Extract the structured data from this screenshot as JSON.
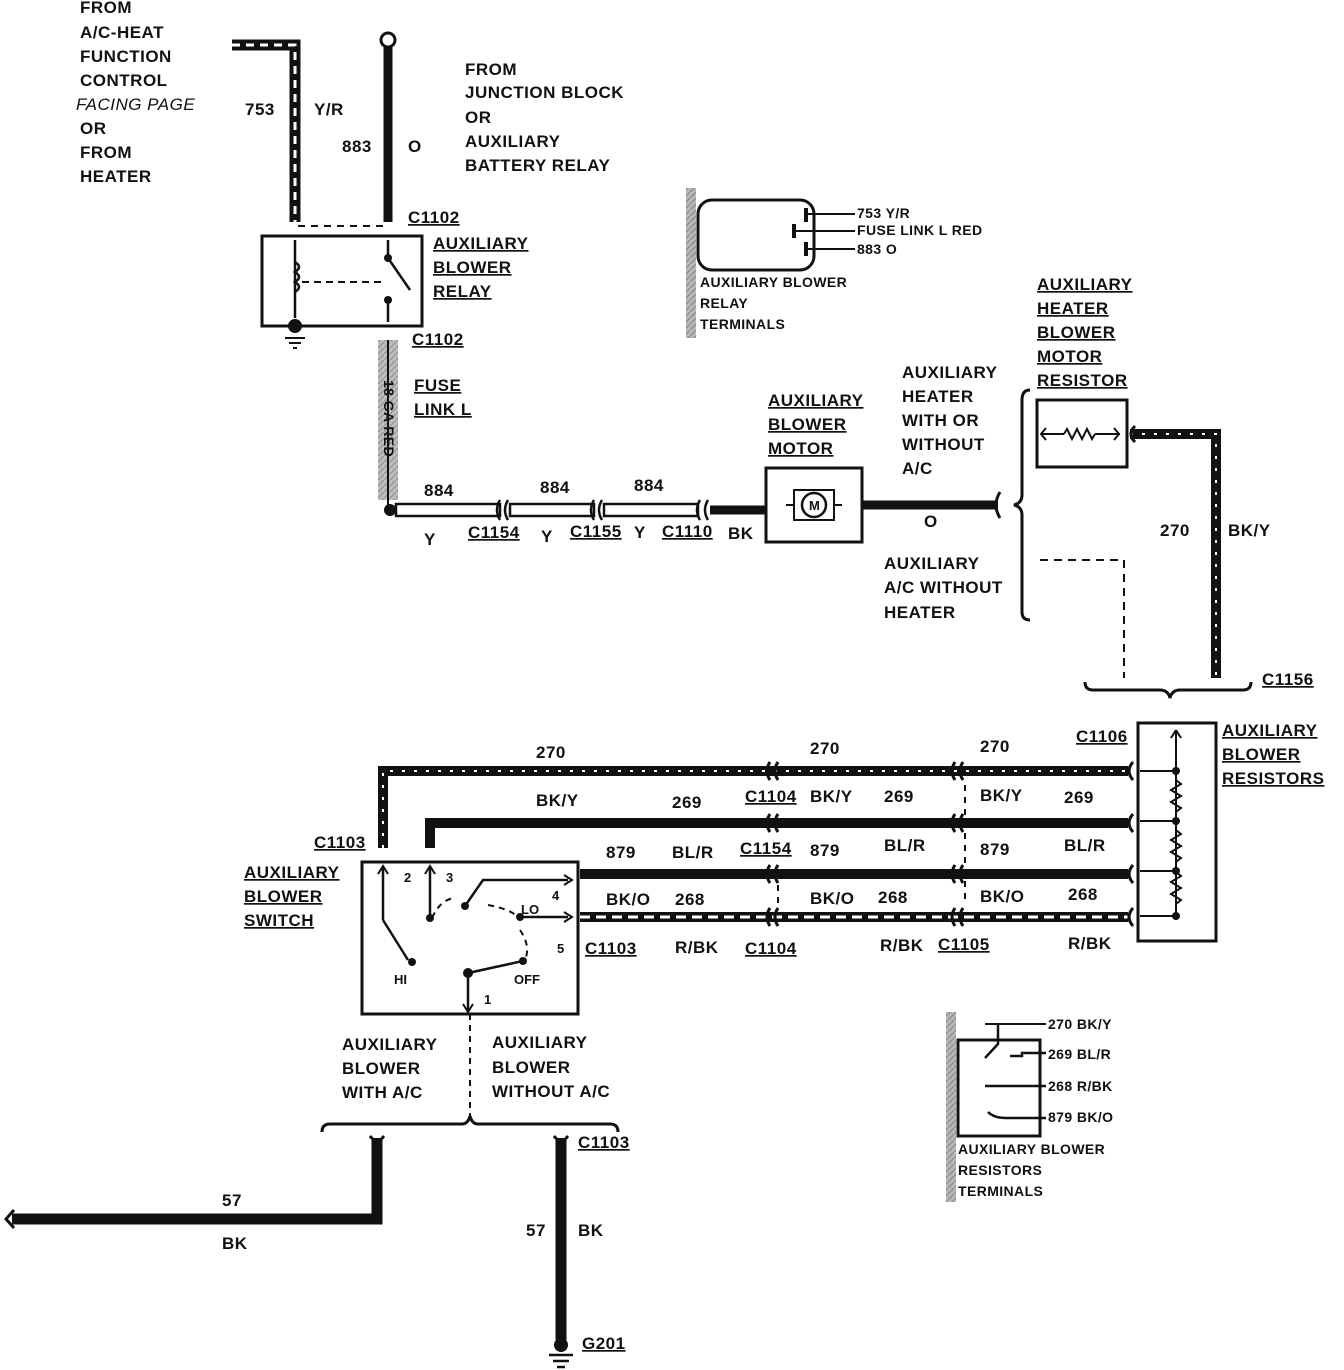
{
  "source": {
    "from_ac_heat": [
      "FROM",
      "A/C-HEAT",
      "FUNCTION",
      "CONTROL"
    ],
    "facing_page": "FACING PAGE",
    "or_from_heater": [
      "OR",
      "FROM",
      "HEATER"
    ],
    "junction_block": [
      "FROM",
      "JUNCTION BLOCK",
      "OR",
      "AUXILIARY",
      "BATTERY RELAY"
    ]
  },
  "wires": {
    "w753": "753",
    "yr": "Y/R",
    "w883": "883",
    "o": "O",
    "fuse_gauge": "18 GA RED",
    "w884": "884",
    "y": "Y",
    "bk": "BK",
    "w270": "270",
    "bky": "BK/Y",
    "w269": "269",
    "blr": "BL/R",
    "w879": "879",
    "w268": "268",
    "bko": "BK/O",
    "rbk": "R/BK",
    "w57": "57"
  },
  "connectors": {
    "c1102": "C1102",
    "c1154": "C1154",
    "c1155": "C1155",
    "c1110": "C1110",
    "c1156": "C1156",
    "c1106": "C1106",
    "c1104": "C1104",
    "c1103": "C1103",
    "c1105": "C1105",
    "g201": "G201"
  },
  "components": {
    "relay": [
      "AUXILIARY",
      "BLOWER",
      "RELAY"
    ],
    "fuse_link": [
      "FUSE",
      "LINK L"
    ],
    "motor": [
      "AUXILIARY",
      "BLOWER",
      "MOTOR"
    ],
    "heater_resistor": [
      "AUXILIARY",
      "HEATER",
      "BLOWER",
      "MOTOR",
      "RESISTOR"
    ],
    "with_heater": [
      "AUXILIARY",
      "HEATER",
      "WITH OR",
      "WITHOUT",
      "A/C"
    ],
    "without_heater": [
      "AUXILIARY",
      "A/C WITHOUT",
      "HEATER"
    ],
    "resistors": [
      "AUXILIARY",
      "BLOWER",
      "RESISTORS"
    ],
    "switch": [
      "AUXILIARY",
      "BLOWER",
      "SWITCH"
    ],
    "with_ac": [
      "AUXILIARY",
      "BLOWER",
      "WITH A/C"
    ],
    "without_ac": [
      "AUXILIARY",
      "BLOWER",
      "WITHOUT A/C"
    ],
    "motor_symbol": "M"
  },
  "switch_pins": {
    "p1": "1",
    "p2": "2",
    "p3": "3",
    "p4": "4",
    "p5": "5",
    "hi": "HI",
    "lo": "LO",
    "off": "OFF"
  },
  "relay_terminals": {
    "pins": [
      "753 Y/R",
      "FUSE LINK L RED",
      "883 O"
    ],
    "caption": [
      "AUXILIARY BLOWER",
      "RELAY",
      "TERMINALS"
    ]
  },
  "resistor_terminals": {
    "pins": [
      "270 BK/Y",
      "269 BL/R",
      "268 R/BK",
      "879 BK/O"
    ],
    "caption": [
      "AUXILIARY BLOWER",
      "RESISTORS",
      "TERMINALS"
    ]
  }
}
